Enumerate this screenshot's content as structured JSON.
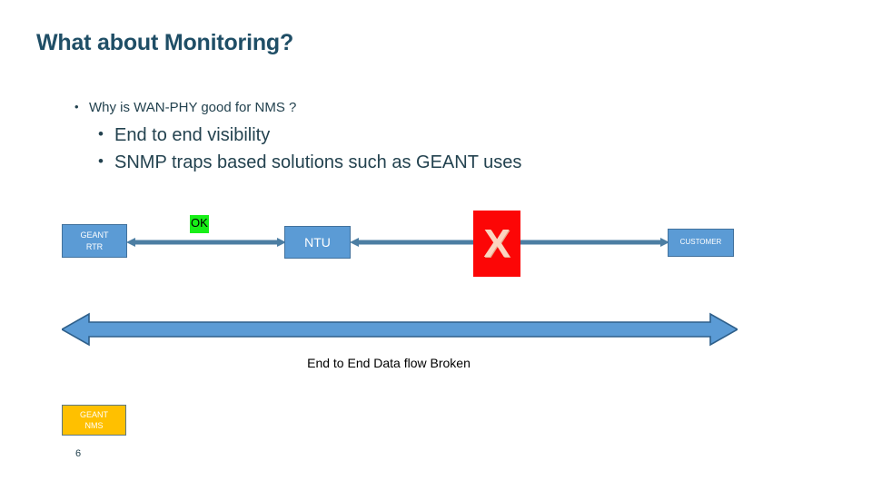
{
  "slide": {
    "title": "What about Monitoring?",
    "number": "6",
    "background_color": "#ffffff",
    "title_color": "#1f4e66"
  },
  "bullets": {
    "level1": [
      {
        "marker": "•",
        "text": "Why is WAN-PHY good for NMS ?"
      }
    ],
    "level2": [
      {
        "marker": "•",
        "text": "End to end visibility"
      },
      {
        "marker": "•",
        "text": "SNMP traps based solutions such as GEANT uses"
      }
    ]
  },
  "diagram": {
    "nodes": [
      {
        "id": "geant-rtr",
        "line1": "GEANT",
        "line2": "RTR",
        "fill": "#5b9bd5",
        "border": "#41719c",
        "text_color": "#ffffff"
      },
      {
        "id": "ntu",
        "line1": "NTU",
        "line2": "",
        "fill": "#5b9bd5",
        "border": "#41719c",
        "text_color": "#ffffff"
      },
      {
        "id": "customer",
        "line1": "CUSTOMER",
        "line2": "",
        "fill": "#5b9bd5",
        "border": "#41719c",
        "text_color": "#ffffff"
      }
    ],
    "failure_marker": {
      "glyph": "X",
      "fill": "#fc0606",
      "glyph_color": "#fbd5c0"
    },
    "status_badge": {
      "label": "OK",
      "fill": "#18ef18",
      "text_color": "#000000"
    },
    "link_color": "#4c7ea3",
    "span_arrow": {
      "fill": "#5b9bd5",
      "stroke": "#2e5f8a",
      "direction": "double"
    },
    "caption": "End to End Data flow Broken",
    "legend": {
      "line1": "GEANT",
      "line2": "NMS",
      "fill": "#ffc000",
      "border": "#5b7786",
      "text_color": "#ffffff"
    }
  }
}
